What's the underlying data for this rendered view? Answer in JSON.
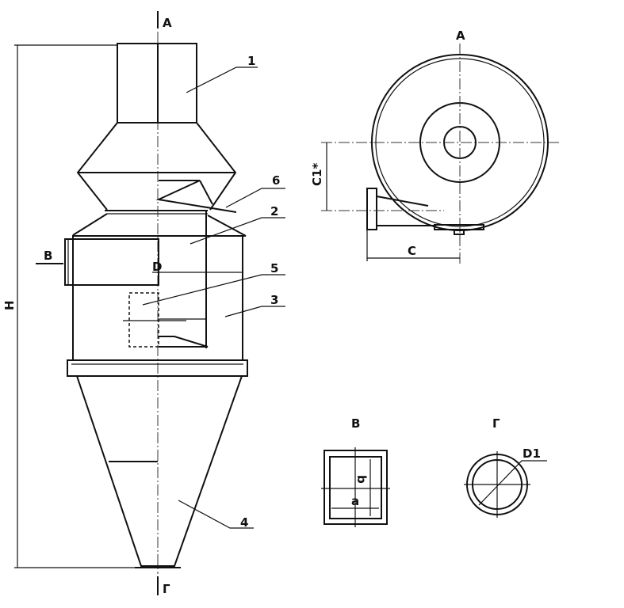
{
  "title": "Cyclone separator assembly drawing",
  "section_marks": {
    "top": "A",
    "bottom": "Г"
  },
  "parts": {
    "p1": "1",
    "p2": "2",
    "p3": "3",
    "p4": "4",
    "p5": "5",
    "p6": "6"
  },
  "dimensions": {
    "height": "H",
    "diameter": "D",
    "offset": "C1*",
    "inlet_offset": "C",
    "flange_width": "a",
    "flange_height": "b",
    "outlet_diameter": "D1"
  },
  "views": {
    "top_view": "A",
    "inlet_view": "В",
    "outlet_view": "Г",
    "inlet_arrow": "B"
  }
}
